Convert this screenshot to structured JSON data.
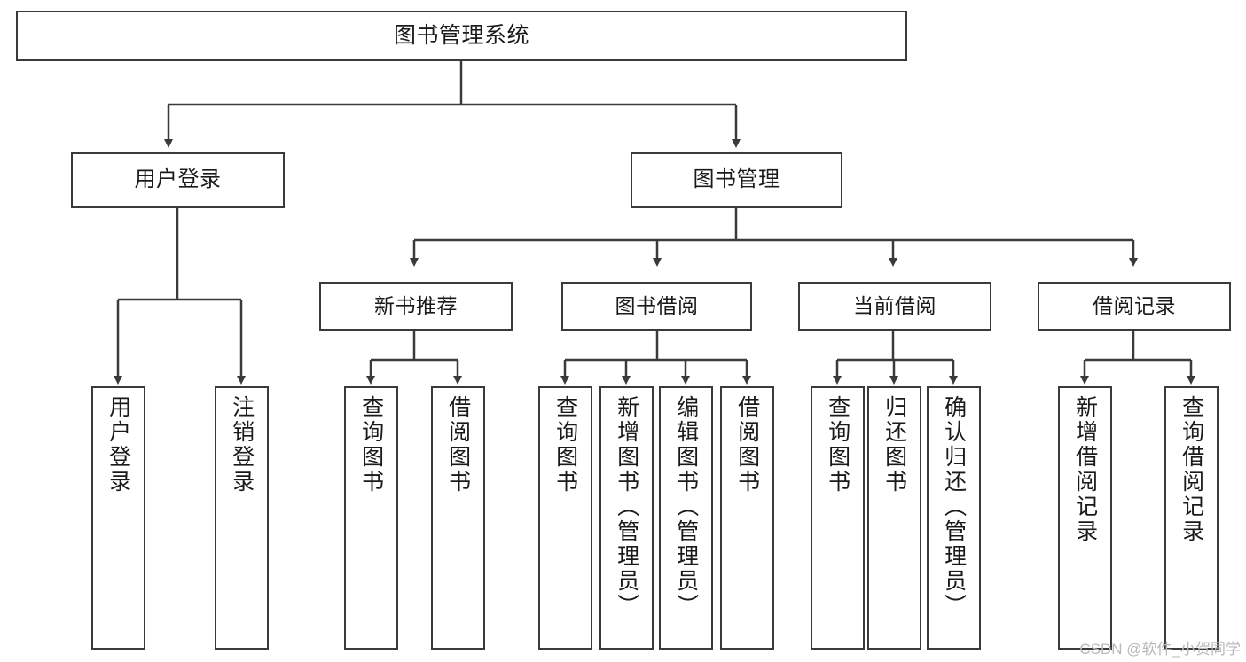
{
  "diagram": {
    "title": "图书管理系统",
    "watermark": "CSDN @软件_小贺同学",
    "stroke_color": "#3a3a3a",
    "background_color": "#ffffff",
    "text_color": "#1a1a1a",
    "watermark_color": "#b8b8b8"
  },
  "root": {
    "label": "图书管理系统"
  },
  "level1": [
    {
      "label": "用户登录"
    },
    {
      "label": "图书管理"
    }
  ],
  "level2": [
    {
      "label": "新书推荐"
    },
    {
      "label": "图书借阅"
    },
    {
      "label": "当前借阅"
    },
    {
      "label": "借阅记录"
    }
  ],
  "leaves": {
    "user_login": [
      {
        "label": "用户登录"
      },
      {
        "label": "注销登录"
      }
    ],
    "new_book_recommend": [
      {
        "label": "查询图书"
      },
      {
        "label": "借阅图书"
      }
    ],
    "book_borrow": [
      {
        "label": "查询图书"
      },
      {
        "label": "新增图书（管理员）"
      },
      {
        "label": "编辑图书（管理员）"
      },
      {
        "label": "借阅图书"
      }
    ],
    "current_borrow": [
      {
        "label": "查询图书"
      },
      {
        "label": "归还图书"
      },
      {
        "label": "确认归还（管理员）"
      }
    ],
    "borrow_record": [
      {
        "label": "新增借阅记录"
      },
      {
        "label": "查询借阅记录"
      }
    ]
  }
}
